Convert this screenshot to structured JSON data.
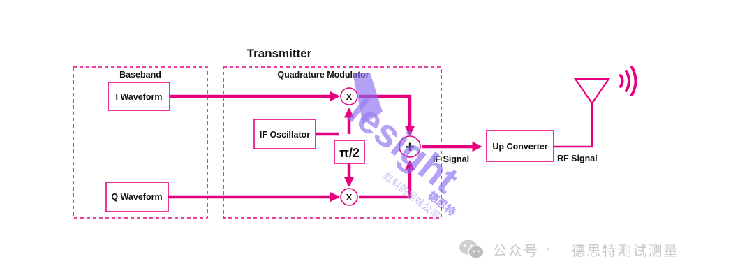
{
  "diagram": {
    "title": "Transmitter",
    "blocks": {
      "baseband": "Baseband",
      "quadrature_modulator": "Quadrature Modulator",
      "i_waveform": "I Waveform",
      "q_waveform": "Q Waveform",
      "if_oscillator": "IF Oscillator",
      "phase_shift": "π/2",
      "mixer_i": "X",
      "mixer_q": "X",
      "summer": "+",
      "up_converter": "Up Converter"
    },
    "signals": {
      "if_signal": "IF Signal",
      "rf_signal": "RF Signal"
    },
    "colors": {
      "accent": "#e6007e",
      "text": "#111111",
      "watermark": "#8a6cf0"
    }
  },
  "watermark": {
    "logo_text": "lesight",
    "cn_name": "德思特",
    "cn_sub": "虹科的姐妹公司"
  },
  "footer": {
    "icon": "wechat-icon",
    "channel": "公众号",
    "separator": "·",
    "account": "德思特测试测量"
  }
}
